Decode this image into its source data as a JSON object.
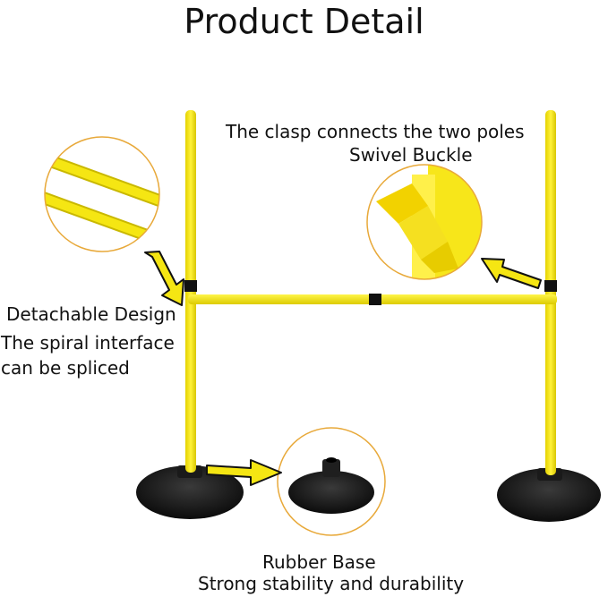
{
  "title": "Product Detail",
  "labels": {
    "clasp": "The clasp connects the two poles",
    "swivel": "Swivel Buckle",
    "detachable": "Detachable Design",
    "spiral": "The spiral interface",
    "spliced": "can be spliced",
    "rubber": "Rubber Base",
    "stability": "Strong stability and durability"
  },
  "colors": {
    "pole": "#f5e613",
    "pole_edge": "#c9b800",
    "base": "#161616",
    "callout_ring": "#e8a93a",
    "arrow": "#f5e613",
    "connector": "#111111"
  }
}
